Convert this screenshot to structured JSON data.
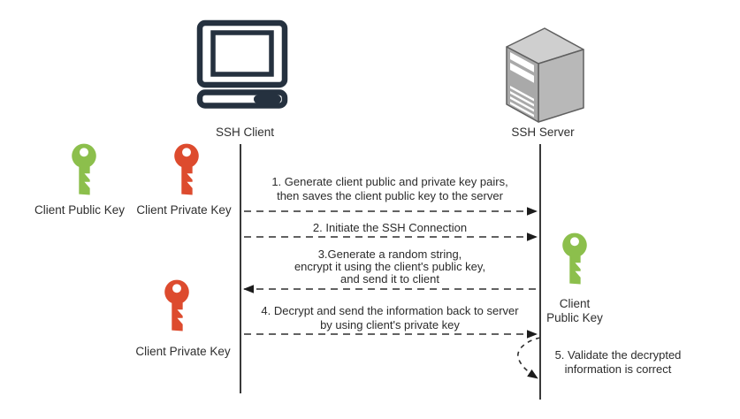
{
  "actors": {
    "client": {
      "label": "SSH Client"
    },
    "server": {
      "label": "SSH Server"
    }
  },
  "keys": {
    "client_public_top": {
      "label": "Client Public Key"
    },
    "client_private_top": {
      "label": "Client Private Key"
    },
    "server_client_public": {
      "label_line1": "Client",
      "label_line2": "Public Key"
    },
    "client_private_bottom": {
      "label": "Client Private Key"
    }
  },
  "messages": {
    "m1": {
      "line1": "1. Generate client public and private key pairs,",
      "line2": "then saves the client public key to the server",
      "from": "SSH Client",
      "to": "SSH Server"
    },
    "m2": {
      "line1": "2. Initiate the SSH Connection",
      "from": "SSH Client",
      "to": "SSH Server"
    },
    "m3": {
      "line1": "3.Generate a random string,",
      "line2": "encrypt it using the client's public key,",
      "line3": "and send it to client",
      "from": "SSH Server",
      "to": "SSH Client"
    },
    "m4": {
      "line1": "4. Decrypt and send the information back to server",
      "line2": "by using client's private key",
      "from": "SSH Client",
      "to": "SSH Server"
    },
    "m5": {
      "line1": "5. Validate the decrypted",
      "line2": "information is correct",
      "from": "SSH Server",
      "to": "SSH Server"
    }
  },
  "colors": {
    "device_dark": "#25313f",
    "public_key_green": "#8cbf4c",
    "private_key_red": "#dd4b2e",
    "server_top": "#cfcfcf",
    "server_side": "#b8b8b8",
    "server_front": "#a9a9a9"
  }
}
